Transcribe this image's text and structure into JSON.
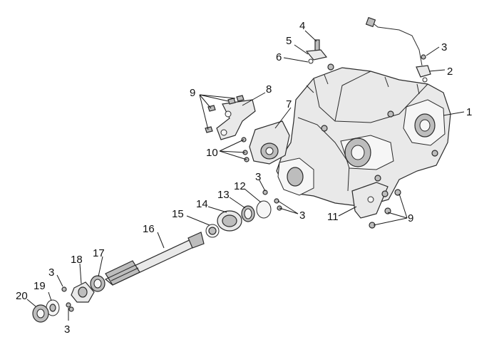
{
  "callouts": [
    {
      "id": "c1",
      "text": "1"
    },
    {
      "id": "c2",
      "text": "2"
    },
    {
      "id": "c3a",
      "text": "3"
    },
    {
      "id": "c4",
      "text": "4"
    },
    {
      "id": "c5",
      "text": "5"
    },
    {
      "id": "c6",
      "text": "6"
    },
    {
      "id": "c7",
      "text": "7"
    },
    {
      "id": "c8",
      "text": "8"
    },
    {
      "id": "c9a",
      "text": "9"
    },
    {
      "id": "c10",
      "text": "10"
    },
    {
      "id": "c3b",
      "text": "3"
    },
    {
      "id": "c3c",
      "text": "3"
    },
    {
      "id": "c11",
      "text": "11"
    },
    {
      "id": "c9b",
      "text": "9"
    },
    {
      "id": "c12",
      "text": "12"
    },
    {
      "id": "c13",
      "text": "13"
    },
    {
      "id": "c14",
      "text": "14"
    },
    {
      "id": "c15",
      "text": "15"
    },
    {
      "id": "c16",
      "text": "16"
    },
    {
      "id": "c17",
      "text": "17"
    },
    {
      "id": "c18",
      "text": "18"
    },
    {
      "id": "c3d",
      "text": "3"
    },
    {
      "id": "c19",
      "text": "19"
    },
    {
      "id": "c20",
      "text": "20"
    },
    {
      "id": "c3e",
      "text": "3"
    }
  ]
}
